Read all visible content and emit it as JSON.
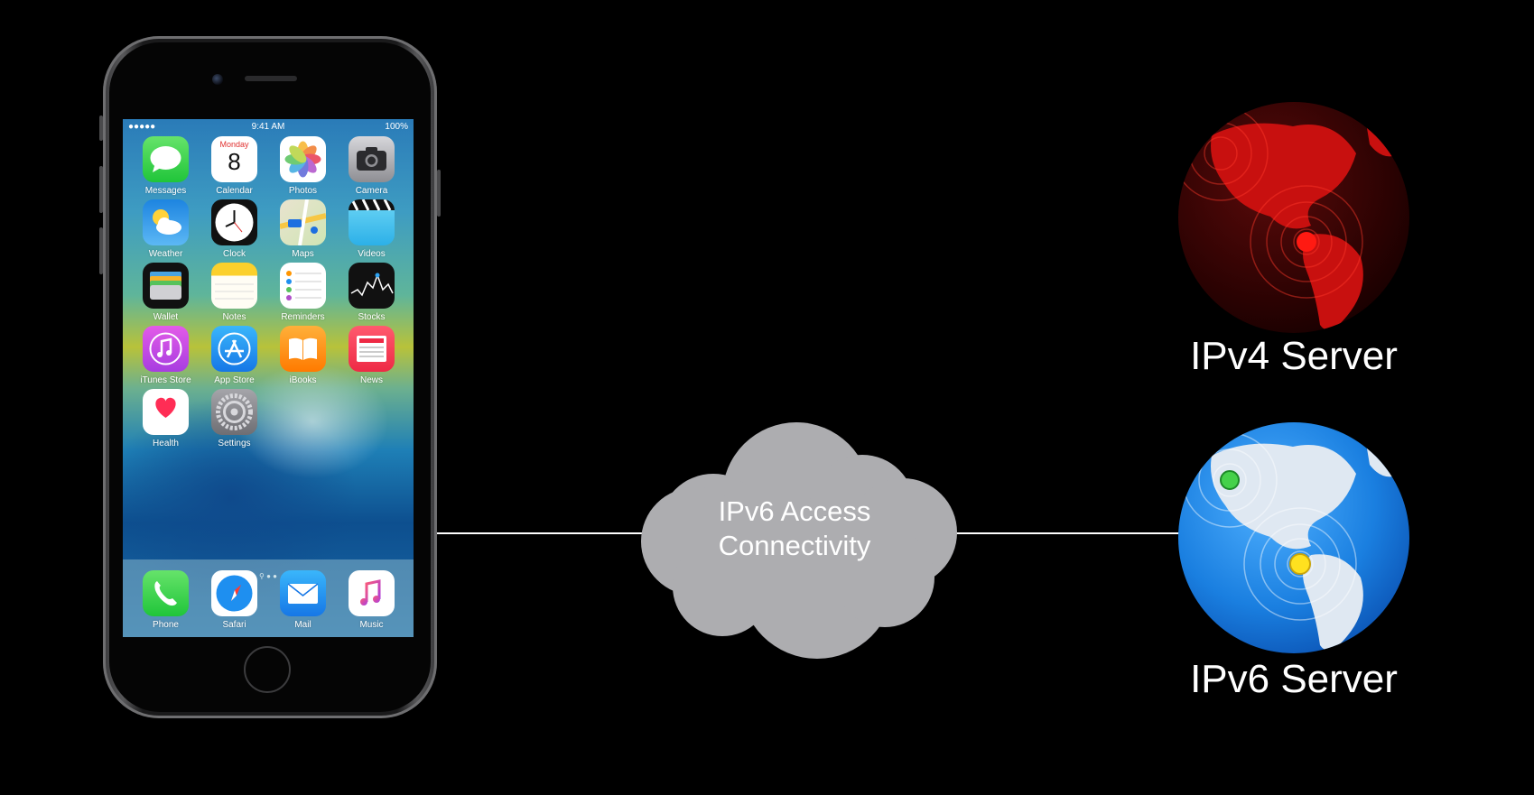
{
  "phone": {
    "status": {
      "signal": "●●●●● ",
      "time": "9:41 AM",
      "battery": "100%"
    },
    "calendar_day": "Monday",
    "calendar_date": "8",
    "apps": [
      {
        "label": "Messages",
        "icon": "messages-icon",
        "color": "#3fd14e"
      },
      {
        "label": "Calendar",
        "icon": "calendar-icon",
        "color": "#ffffff"
      },
      {
        "label": "Photos",
        "icon": "photos-icon",
        "color": "#ffffff"
      },
      {
        "label": "Camera",
        "icon": "camera-icon",
        "color": "#8d8d92"
      },
      {
        "label": "Weather",
        "icon": "weather-icon",
        "color": "#2d8fe6"
      },
      {
        "label": "Clock",
        "icon": "clock-icon",
        "color": "#111111"
      },
      {
        "label": "Maps",
        "icon": "maps-icon",
        "color": "#e9e3cf"
      },
      {
        "label": "Videos",
        "icon": "videos-icon",
        "color": "#47c7ee"
      },
      {
        "label": "Wallet",
        "icon": "wallet-icon",
        "color": "#111111"
      },
      {
        "label": "Notes",
        "icon": "notes-icon",
        "color": "#fbd02c"
      },
      {
        "label": "Reminders",
        "icon": "reminders-icon",
        "color": "#ffffff"
      },
      {
        "label": "Stocks",
        "icon": "stocks-icon",
        "color": "#111111"
      },
      {
        "label": "iTunes Store",
        "icon": "itunes-store-icon",
        "color": "#d04ce0"
      },
      {
        "label": "App Store",
        "icon": "app-store-icon",
        "color": "#1e8ff0"
      },
      {
        "label": "iBooks",
        "icon": "ibooks-icon",
        "color": "#ff9500"
      },
      {
        "label": "News",
        "icon": "news-icon",
        "color": "#f24457"
      },
      {
        "label": "Health",
        "icon": "health-icon",
        "color": "#ffffff"
      },
      {
        "label": "Settings",
        "icon": "settings-icon",
        "color": "#8e8e93"
      }
    ],
    "dock": [
      {
        "label": "Phone",
        "icon": "phone-icon",
        "color": "#3fd14e"
      },
      {
        "label": "Safari",
        "icon": "safari-icon",
        "color": "#ffffff"
      },
      {
        "label": "Mail",
        "icon": "mail-icon",
        "color": "#2d8fe6"
      },
      {
        "label": "Music",
        "icon": "music-icon",
        "color": "#ffffff"
      }
    ],
    "page_dots": "⚲ ● ●"
  },
  "cloud": {
    "line1": "IPv6 Access",
    "line2": "Connectivity",
    "color": "#adadb0"
  },
  "servers": [
    {
      "label": "IPv4 Server",
      "globe_color": "#c8100f"
    },
    {
      "label": "IPv6 Server",
      "globe_color": "#1a7fe0"
    }
  ]
}
